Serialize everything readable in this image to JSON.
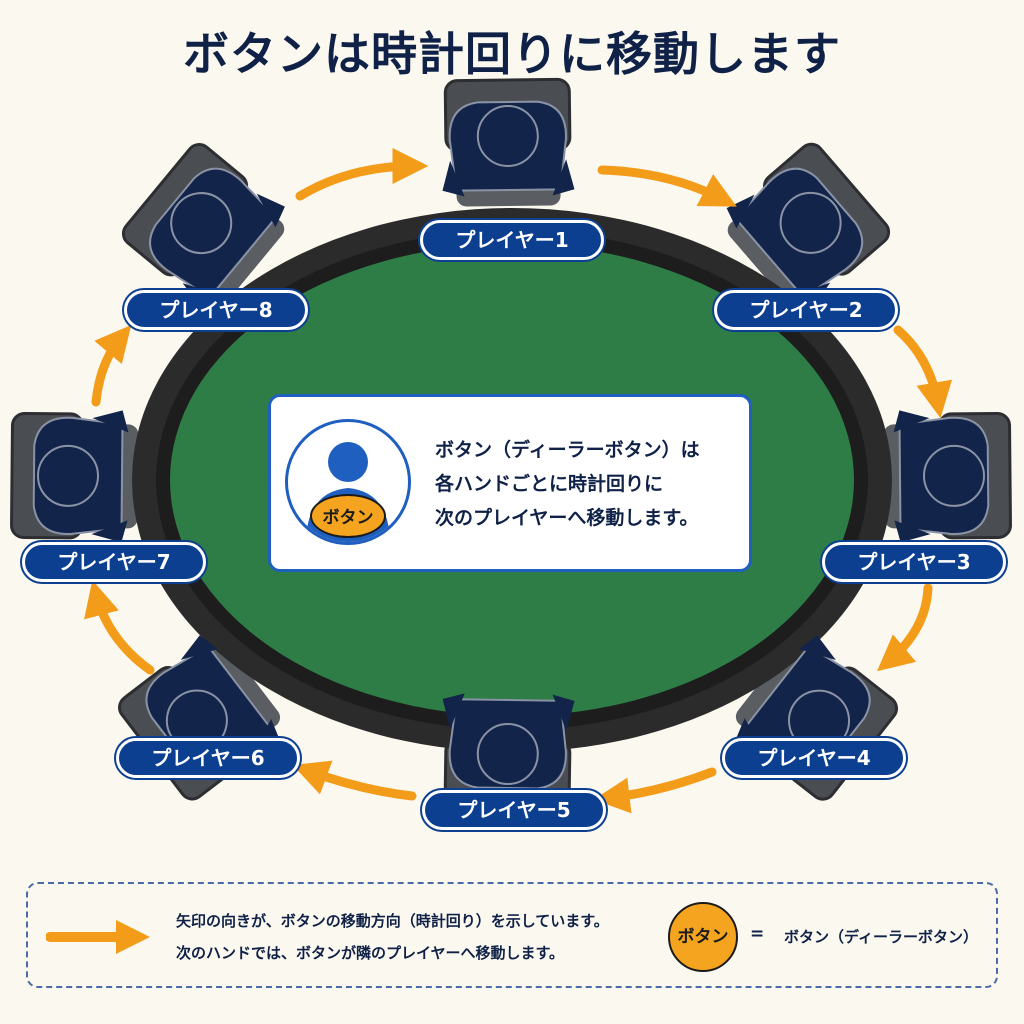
{
  "title": "ボタンは時計回りに移動します",
  "players": [
    "プレイヤー1",
    "プレイヤー2",
    "プレイヤー3",
    "プレイヤー4",
    "プレイヤー5",
    "プレイヤー6",
    "プレイヤー7",
    "プレイヤー8"
  ],
  "center_info": {
    "lines": [
      "ボタン（ディーラーボタン）は",
      "各ハンドごとに時計回りに",
      "次のプレイヤーへ移動します。"
    ],
    "button_label": "ボタン"
  },
  "legend": {
    "line1": "矢印の向きが、ボタンの移動方向（時計回り）を示しています。",
    "line2": "次のハンドでは、ボタンが隣のプレイヤーへ移動します。",
    "button_label": "ボタン",
    "equals": "=",
    "definition": "ボタン（ディーラーボタン）"
  },
  "colors": {
    "felt": "#2e7d46",
    "rail": "#2b2b2b",
    "label_bg": "#0d3f91",
    "arrow": "#f39c1a",
    "figure": "#13244a",
    "chair": "#4a4d52",
    "button": "#f4a41f"
  }
}
